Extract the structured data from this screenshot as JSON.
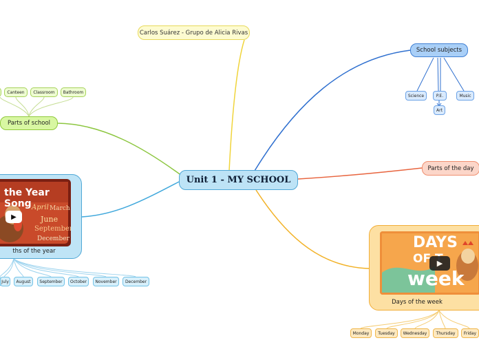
{
  "central": {
    "label": "Unit 1 - MY SCHOOL"
  },
  "author": {
    "label": "Carlos Suárez - Grupo de Alicia Rivas"
  },
  "parts_of_school": {
    "label": "Parts of school",
    "children": [
      "Canteen",
      "Classroom",
      "Bathroom"
    ]
  },
  "school_subjects": {
    "label": "School subjects",
    "children": [
      "Science",
      "P.E.",
      "Music"
    ],
    "subchild": "Art"
  },
  "parts_of_day": {
    "label": "Parts of the day"
  },
  "months": {
    "label": "ths of the year",
    "video_title": "the Year Song",
    "video_words": [
      "April",
      "March",
      "June",
      "September",
      "December"
    ],
    "children": [
      "July",
      "August",
      "September",
      "October",
      "November",
      "December"
    ]
  },
  "days": {
    "label": "Days of the week",
    "video_word_1": "DAYS",
    "video_word_2a": "OF T",
    "video_word_2b": "E",
    "video_word_3": "week",
    "children": [
      "Monday",
      "Tuesday",
      "Wednesday",
      "Thursday",
      "Friday"
    ]
  },
  "colors": {
    "green": "#8cc63f",
    "blue": "#2e6fcf",
    "red": "#e8643e",
    "yellow": "#f0d43a",
    "cyan": "#40a8dc",
    "orange": "#f2b227"
  }
}
